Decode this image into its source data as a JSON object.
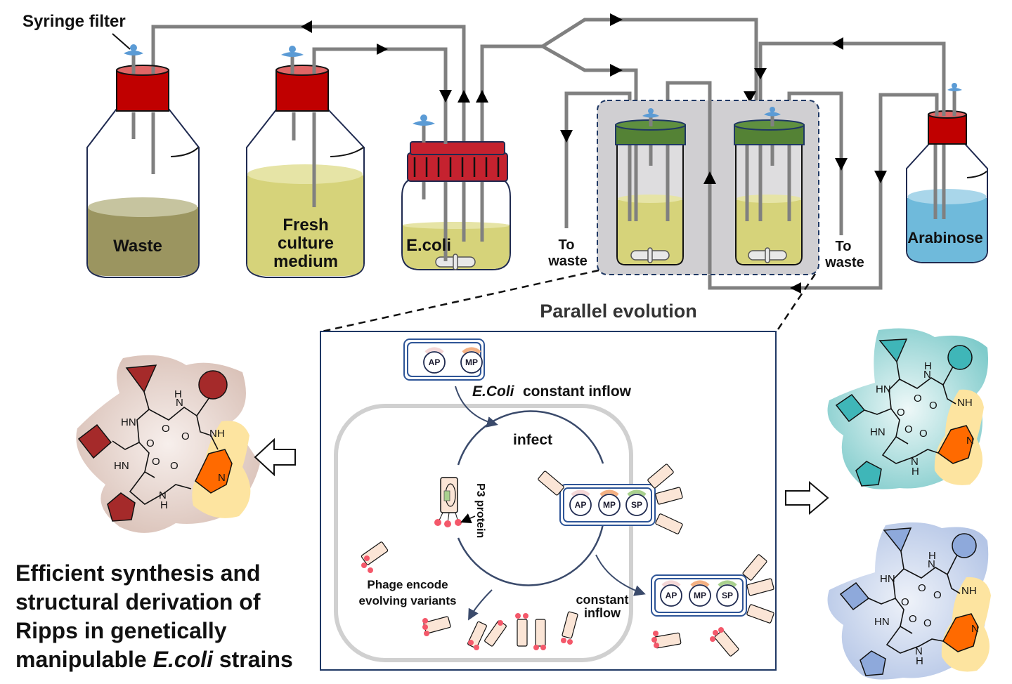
{
  "top_apparatus": {
    "syringe_filter_label": "Syringe filter",
    "bottles": {
      "waste": "Waste",
      "fresh_medium": [
        "Fresh",
        "culture",
        "medium"
      ],
      "ecoli": "E.coli",
      "arabinose": "Arabinose"
    },
    "to_waste_left": [
      "To",
      "waste"
    ],
    "to_waste_right": [
      "To",
      "waste"
    ],
    "section_title": "Parallel evolution",
    "colors": {
      "tubing": "#808080",
      "cap_red": "#c00000",
      "cap_green": "#548235",
      "filter_blue": "#5b9bd5",
      "waste_liquid": "#9b9560",
      "medium_liquid": "#d6d37a",
      "arabinose_liquid": "#6fbadb",
      "chamber_bg": "#d0cfd2",
      "chamber_border": "#1f3864"
    }
  },
  "evolution_panel": {
    "host_cell_top": {
      "plasmids": [
        "AP",
        "MP"
      ]
    },
    "inflow_label_italic": "E.Coli",
    "inflow_label_rest": "constant inflow",
    "infect_label": "infect",
    "p3_label": "P3 protein",
    "host_cell_infected": {
      "plasmids": [
        "AP",
        "MP",
        "SP"
      ]
    },
    "host_cell_outflow": {
      "plasmids": [
        "AP",
        "MP",
        "SP"
      ]
    },
    "phage_label": [
      "Phage encode",
      "evolving variants"
    ],
    "outflow_label": [
      "constant",
      "inflow"
    ],
    "plasmid_arrow_colors": {
      "AP": "#f4d7d7",
      "MP": "#f4b183",
      "SP": "#a9d18e"
    }
  },
  "molecules": {
    "atom_labels": {
      "nh": "NH",
      "hn": "HN",
      "h": "H",
      "n_ring": "N",
      "o": "O",
      "n": "N"
    },
    "left": {
      "theme": "#a52a2a",
      "halo": "#e8d5d0"
    },
    "right_top": {
      "theme": "#3fb6b8",
      "halo": "#a8dcdc"
    },
    "right_bottom": {
      "theme": "#8ea9db",
      "halo": "#c5d3ec"
    },
    "pyridine_color": "#ff6a00",
    "pyridine_halo": "#fde4a0"
  },
  "caption": {
    "lines": [
      "Efficient synthesis and",
      "structural derivation of",
      "Ripps in genetically"
    ],
    "last_line_prefix": "manipulable ",
    "last_line_italic": "E.coli",
    "last_line_suffix": " strains"
  }
}
